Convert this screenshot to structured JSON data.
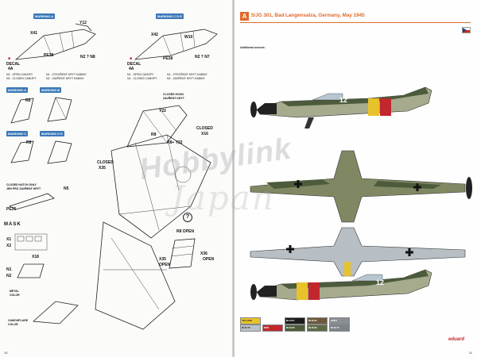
{
  "left_page": {
    "page_number": "10",
    "markings": {
      "top_left_badge": "MARKING A",
      "top_right_badge": "MARKING C D E",
      "mid_left_badge": "MARKING A",
      "mid_right_badge": "MARKING B",
      "lower_left_badge": "MARKING C",
      "lower_right_badge": "MARKING D E"
    },
    "callouts": {
      "x41": "X41",
      "y12": "Y12",
      "w10": "W10",
      "x42": "X42",
      "pe38_a": "PE38",
      "pe38_b": "PE38",
      "n2_n8_a": "N2 ? N8",
      "n2_n8_b": "N2 ? N7",
      "decal_a": "DECAL",
      "decal_a_num": "4A",
      "decal_b": "DECAL",
      "decal_b_num": "4A",
      "y22_a": "Y22",
      "r8_a": "R8",
      "r8_b": "R8",
      "r8_c": "R8",
      "x16": "X16",
      "closed_x16": "CLOSED",
      "r8_y22": "R8+ Y22",
      "n5": "N5",
      "x35": "X35",
      "closed_x35": "CLOSED",
      "pe35": "PE35",
      "x1": "X1",
      "x2": "X2",
      "n1": "N1",
      "n2": "N2",
      "x18": "X18",
      "r8_open": "R8  OPEN",
      "x35_open": "X35",
      "open_x35": "OPEN",
      "x36": "X36",
      "open_x36": "OPEN",
      "question": "?",
      "mask": "MASK"
    },
    "captions": {
      "open_canopy_en": "N1 - OPEN CANOPY",
      "open_canopy_cz": "N1 - OTEVŘENÝ KRYT KABINY",
      "closed_canopy_en": "N2 - CLOSED CANOPY",
      "closed_canopy_cz": "N2 - ZAVŘENÝ KRYT KABINY",
      "open_canopy_en2": "N1 - OPEN CANOPY",
      "closed_canopy_en2": "N2 - CLOSED CANOPY",
      "open_canopy_cz2": "N1 - OTEVŘENÝ KRYT KABINY",
      "closed_canopy_cz2": "N2 - ZAVŘENÝ KRYT KABINY",
      "closed_hood": "CLOSED HOOD",
      "closed_hood_cz": "ZAVŘENÝ KRYT",
      "closed_hatch": "CLOSED HATCH ONLY",
      "closed_hatch_cz": "JEN PRO ZAVŘENÝ KRYT",
      "metal_color": "METAL",
      "metal_color2": "COLOR",
      "camouflage": "CAMOUFLAGE",
      "camouflage2": "COLOR"
    }
  },
  "right_page": {
    "page_number": "11",
    "header_letter": "A",
    "header_title": "5/JG 301, Bad Langensalza, Germany, May 1945",
    "subhead": "Additional sources:",
    "brand": "eduard",
    "watermark_top": "Hobbylink",
    "watermark_bottom": "Japan",
    "aircraft_number": "12",
    "paint_chips": [
      {
        "code": "YELLOW",
        "color": "#e8c22a",
        "light": true
      },
      {
        "code": "RLM 76",
        "color": "#b9c3c8",
        "light": true
      },
      {
        "code": "RED",
        "color": "#c1272d",
        "light": false
      },
      {
        "code": "BLACK",
        "color": "#1a1a1a",
        "light": false
      },
      {
        "code": "RLM 83",
        "color": "#4f5a3a",
        "light": false
      },
      {
        "code": "RLM 81",
        "color": "#6a5a3c",
        "light": false
      },
      {
        "code": "RLM 82",
        "color": "#5d6b45",
        "light": false
      },
      {
        "code": "GREY",
        "color": "#8a8f93",
        "light": false
      },
      {
        "code": "RLM 75",
        "color": "#7d838a",
        "light": false
      }
    ]
  },
  "colors": {
    "accent_orange": "#e06a2c",
    "eduard_red": "#c1272d",
    "marking_blue": "#3a78b8"
  }
}
